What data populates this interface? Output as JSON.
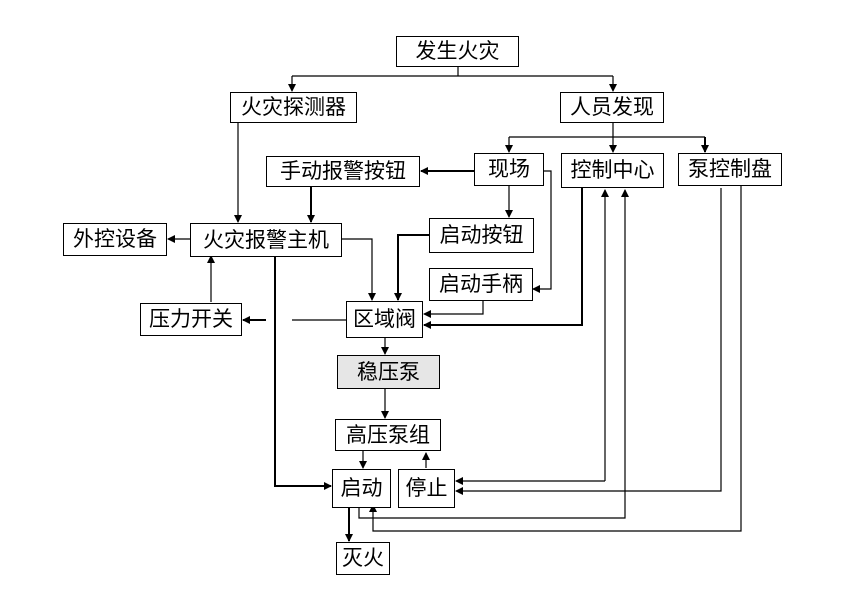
{
  "nodes": {
    "fire": "发生火灾",
    "detector": "火灾探测器",
    "discovered": "人员发现",
    "manual_alarm_button": "手动报警按钮",
    "onsite": "现场",
    "control_center": "控制中心",
    "pump_panel": "泵控制盘",
    "external_devices": "外控设备",
    "alarm_host": "火灾报警主机",
    "start_button": "启动按钮",
    "start_handle": "启动手柄",
    "pressure_switch": "压力开关",
    "zone_valve": "区域阀",
    "stabilizing_pump": "稳压泵",
    "high_pressure_pumps": "高压泵组",
    "start": "启动",
    "stop": "停止",
    "extinguish": "灭火"
  }
}
